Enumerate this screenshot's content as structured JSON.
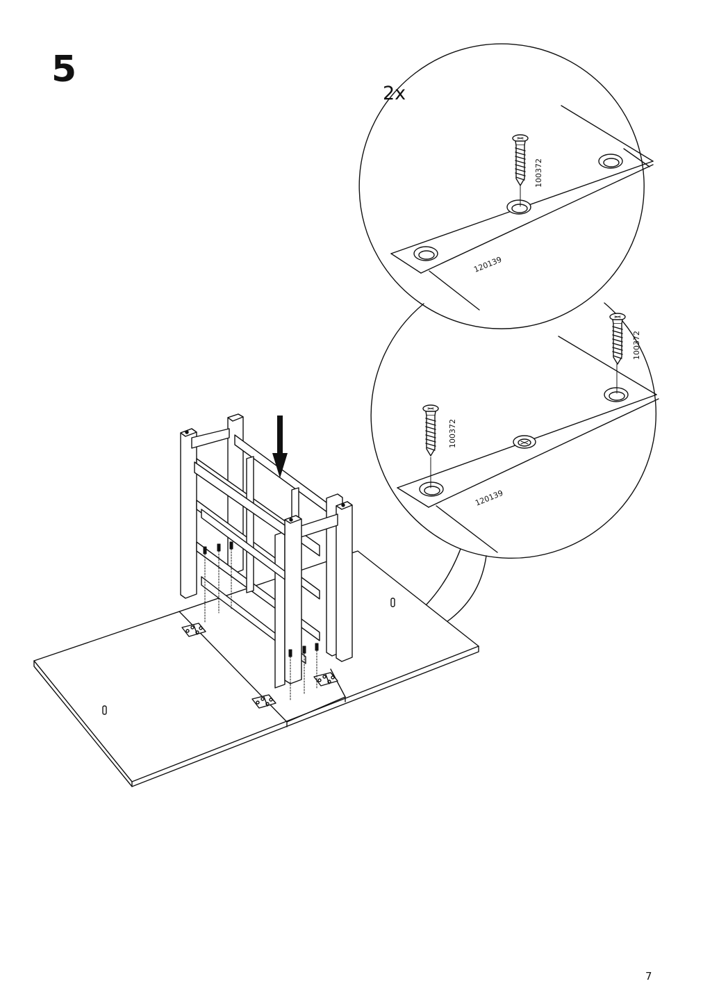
{
  "step": {
    "number": "5"
  },
  "page": {
    "number": "7"
  },
  "detail_top": {
    "quantity": "2x",
    "screw_code": "100372",
    "bracket_code": "120139"
  },
  "detail_bottom": {
    "screw_code_left": "100372",
    "screw_code_right": "100372",
    "bracket_code": "120139"
  },
  "icons": [
    "down-arrow-icon",
    "screw-icon",
    "hinge-bracket-icon",
    "dowel-icon"
  ]
}
